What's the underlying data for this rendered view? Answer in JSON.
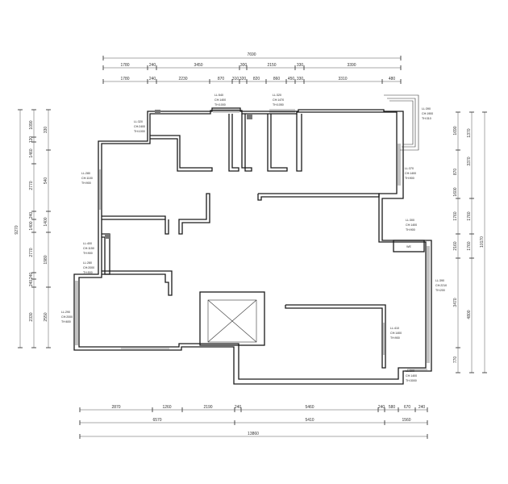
{
  "dimensions": {
    "top_overall": "7690",
    "top_row1": [
      "1780",
      "240",
      "3450",
      "300",
      "2150",
      "330",
      "3390"
    ],
    "top_row2": [
      "1780",
      "240",
      "2230",
      "870",
      "310",
      "320",
      "820",
      "860",
      "450",
      "330",
      "3310",
      "480"
    ],
    "bottom_row1": [
      "2870",
      "1260",
      "2190",
      "240",
      "5460",
      "240",
      "580",
      "670",
      "240"
    ],
    "bottom_row2": [
      "6570",
      "5410",
      "1560"
    ],
    "bottom_overall": "13860",
    "left_overall": "9270",
    "left_row1": [
      "1090",
      "120",
      "1460",
      "2770",
      "240",
      "1400",
      "2770",
      "240",
      "240",
      "2330"
    ],
    "left_row2": [
      "330",
      "540",
      "1400",
      "1980",
      "2550"
    ],
    "right_overall": "10170",
    "right_row1": [
      "1370",
      "3370",
      "1760",
      "1760",
      "4800"
    ],
    "right_row2": [
      "1690",
      "870",
      "1600",
      "1760",
      "2160",
      "3470",
      "770"
    ]
  },
  "openings": [
    {
      "line1": "LL:390",
      "line2": "CH:1900",
      "line3": "TH:310"
    },
    {
      "line1": "LL:540",
      "line2": "CH:1400",
      "line3": "TH:1000"
    },
    {
      "line1": "LL:320",
      "line2": "CH:1470",
      "line3": "TH:1050"
    },
    {
      "line1": "LL:320",
      "line2": "CH:2400",
      "line3": "TH:1000"
    },
    {
      "line1": "LL:280",
      "line2": "CH:1100",
      "line3": "TH:900"
    },
    {
      "line1": "LL:370",
      "line2": "CH:1400",
      "line3": "TH:900"
    },
    {
      "line1": "LL:300",
      "line2": "CH:1400",
      "line3": "TH:900"
    },
    {
      "line1": "LL:400",
      "line2": "CH:1150",
      "line3": "TH:900"
    },
    {
      "line1": "LL:280",
      "line2": "CH:2000",
      "line3": "TH:500"
    },
    {
      "line1": "LL:390",
      "line2": "CH:2210",
      "line3": "TH:200"
    },
    {
      "line1": "LL:290",
      "line2": "CH:2000",
      "line3": "TH:600"
    },
    {
      "line1": "LL:410",
      "line2": "CH:1400",
      "line3": "TH:900"
    },
    {
      "line1": "LL:390",
      "line2": "CH:1400",
      "line3": "TH:3000"
    }
  ],
  "labels": {
    "utility": "WE"
  },
  "colors": {
    "wall": "#1a1a1a",
    "dimension": "#555555",
    "hatch": "#777777"
  }
}
